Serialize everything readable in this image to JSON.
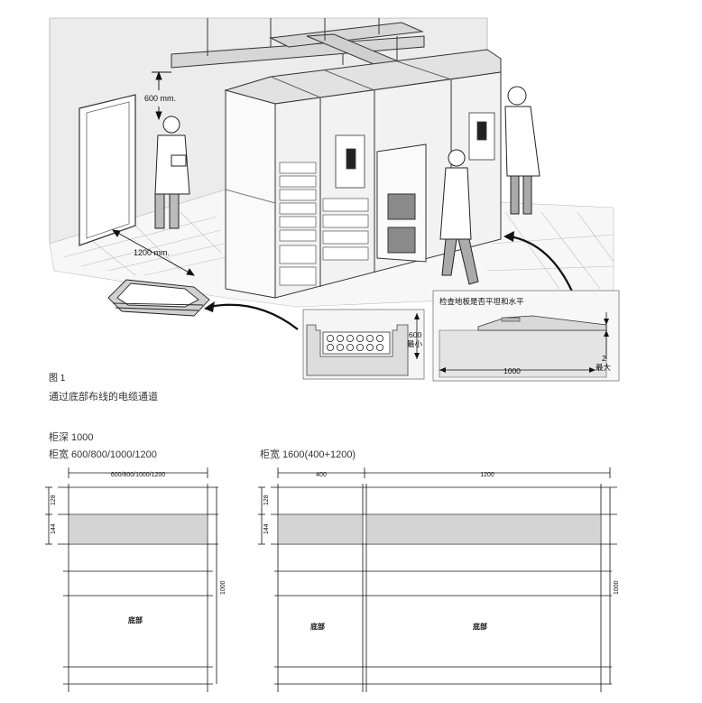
{
  "illustration": {
    "clearance_top_label": "600 mm.",
    "clearance_floor_label": "1200 mm.",
    "fig_label": "图 1",
    "fig_caption": "通过底部布线的电缆通道",
    "trench_inset": {
      "height_value": "600",
      "height_note": "最小"
    },
    "floor_inset": {
      "title": "检查地板是否平坦和水平",
      "length_value": "1000",
      "tolerance_value": "2",
      "tolerance_note": "最大"
    }
  },
  "specs": {
    "depth_label": "柜深 1000",
    "width_label": "柜宽 600/800/1000/1200",
    "width_label_2": "柜宽 1600(400+1200)"
  },
  "plan_left": {
    "top_dim": "600/800/1000/1200",
    "dim_a": "128",
    "dim_b": "144",
    "right_dim": "1000",
    "base_label": "底部"
  },
  "plan_right": {
    "top_dim_left": "400",
    "top_dim_right": "1200",
    "dim_a": "128",
    "dim_b": "144",
    "right_dim": "1000",
    "base_label_left": "底部",
    "base_label_right": "底部"
  }
}
